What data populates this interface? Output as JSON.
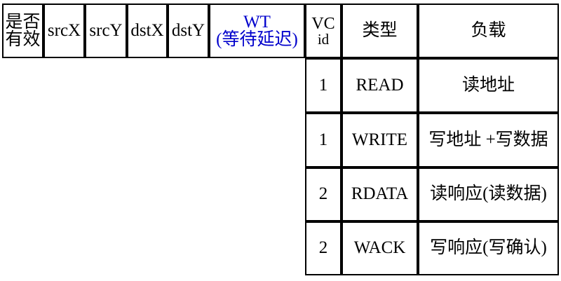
{
  "figure": {
    "title": "Flit format and packet type table",
    "accent_color": "#0000CC",
    "border_color": "#000000",
    "background": "#ffffff"
  },
  "flit_header": {
    "name": "flit-field-header-row",
    "fields": [
      {
        "key": "valid",
        "line1": "是否",
        "line2": "有效",
        "color": "#000000",
        "two_line": true
      },
      {
        "key": "srcx",
        "line1": "srcX",
        "line2": "",
        "color": "#000000",
        "two_line": false
      },
      {
        "key": "srcy",
        "line1": "srcY",
        "line2": "",
        "color": "#000000",
        "two_line": false
      },
      {
        "key": "dstx",
        "line1": "dstX",
        "line2": "",
        "color": "#000000",
        "two_line": false
      },
      {
        "key": "dsty",
        "line1": "dstY",
        "line2": "",
        "color": "#000000",
        "two_line": false
      },
      {
        "key": "wt",
        "line1": "WT",
        "line2": "(等待延迟)",
        "color": "#0000CC",
        "two_line": true
      }
    ]
  },
  "packet_table": {
    "name": "packet-type-table",
    "columns": [
      {
        "key": "vcid",
        "line1": "VC",
        "line2": "id",
        "two_line": true
      },
      {
        "key": "type",
        "line1": "类型",
        "line2": "",
        "two_line": false
      },
      {
        "key": "payload",
        "line1": "负载",
        "line2": "",
        "two_line": false
      }
    ],
    "rows": [
      {
        "vcid": "1",
        "type": "READ",
        "payload": "读地址"
      },
      {
        "vcid": "1",
        "type": "WRITE",
        "payload": "写地址 +写数据"
      },
      {
        "vcid": "2",
        "type": "RDATA",
        "payload": "读响应(读数据)"
      },
      {
        "vcid": "2",
        "type": "WACK",
        "payload": "写响应(写确认)"
      }
    ]
  }
}
